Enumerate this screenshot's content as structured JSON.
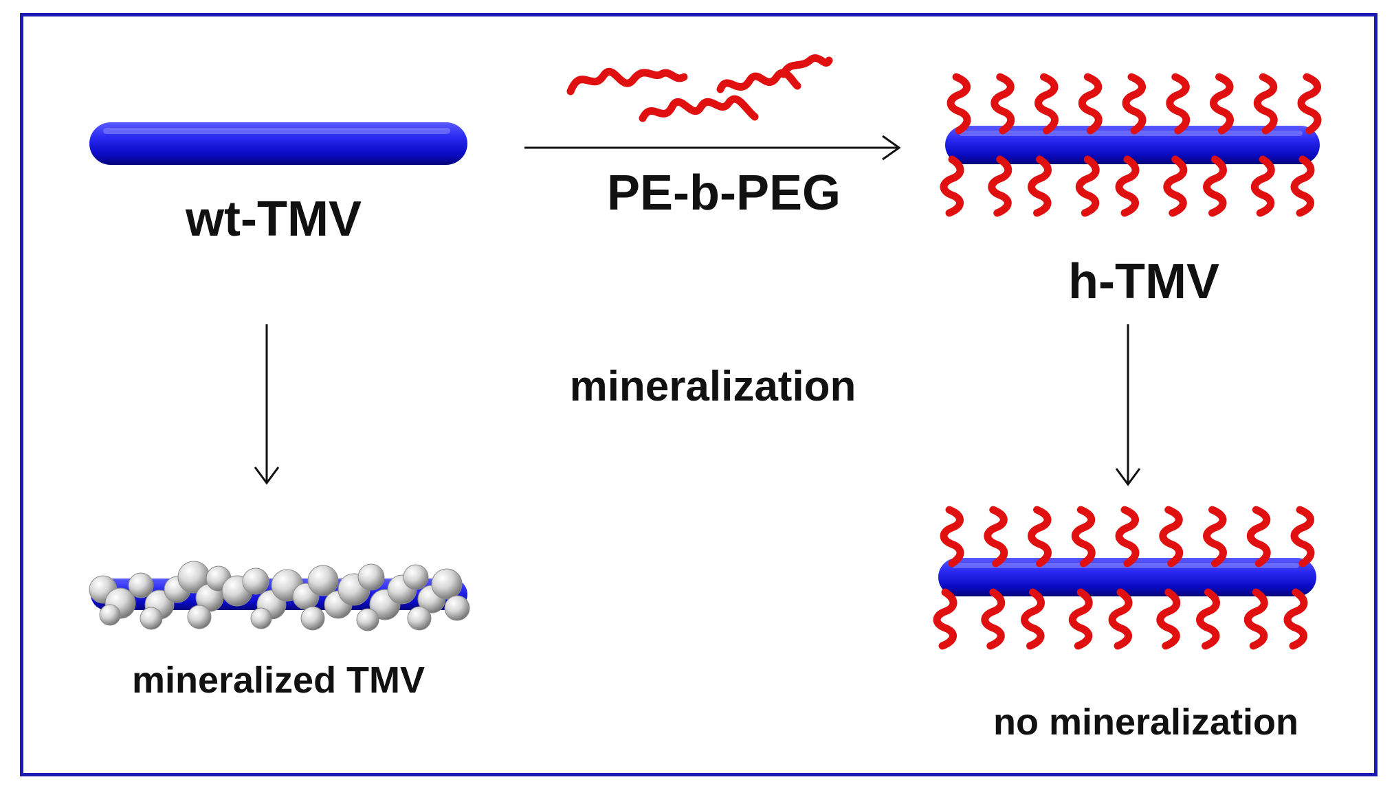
{
  "labels": {
    "wt_tmv": "wt-TMV",
    "reagent": "PE-b-PEG",
    "h_tmv": "h-TMV",
    "process": "mineralization",
    "mineralized_tmv": "mineralized TMV",
    "no_mineralization": "no mineralization"
  },
  "colors": {
    "frame": "#1b1bb3",
    "rod": "#1010d0",
    "polymer": "#e01010",
    "particle": "#c8c8c8",
    "arrow": "#111111"
  },
  "icons": {
    "rod": "virus-rod-icon",
    "polymer": "polymer-chain-icon",
    "particle": "mineral-particle-icon"
  }
}
